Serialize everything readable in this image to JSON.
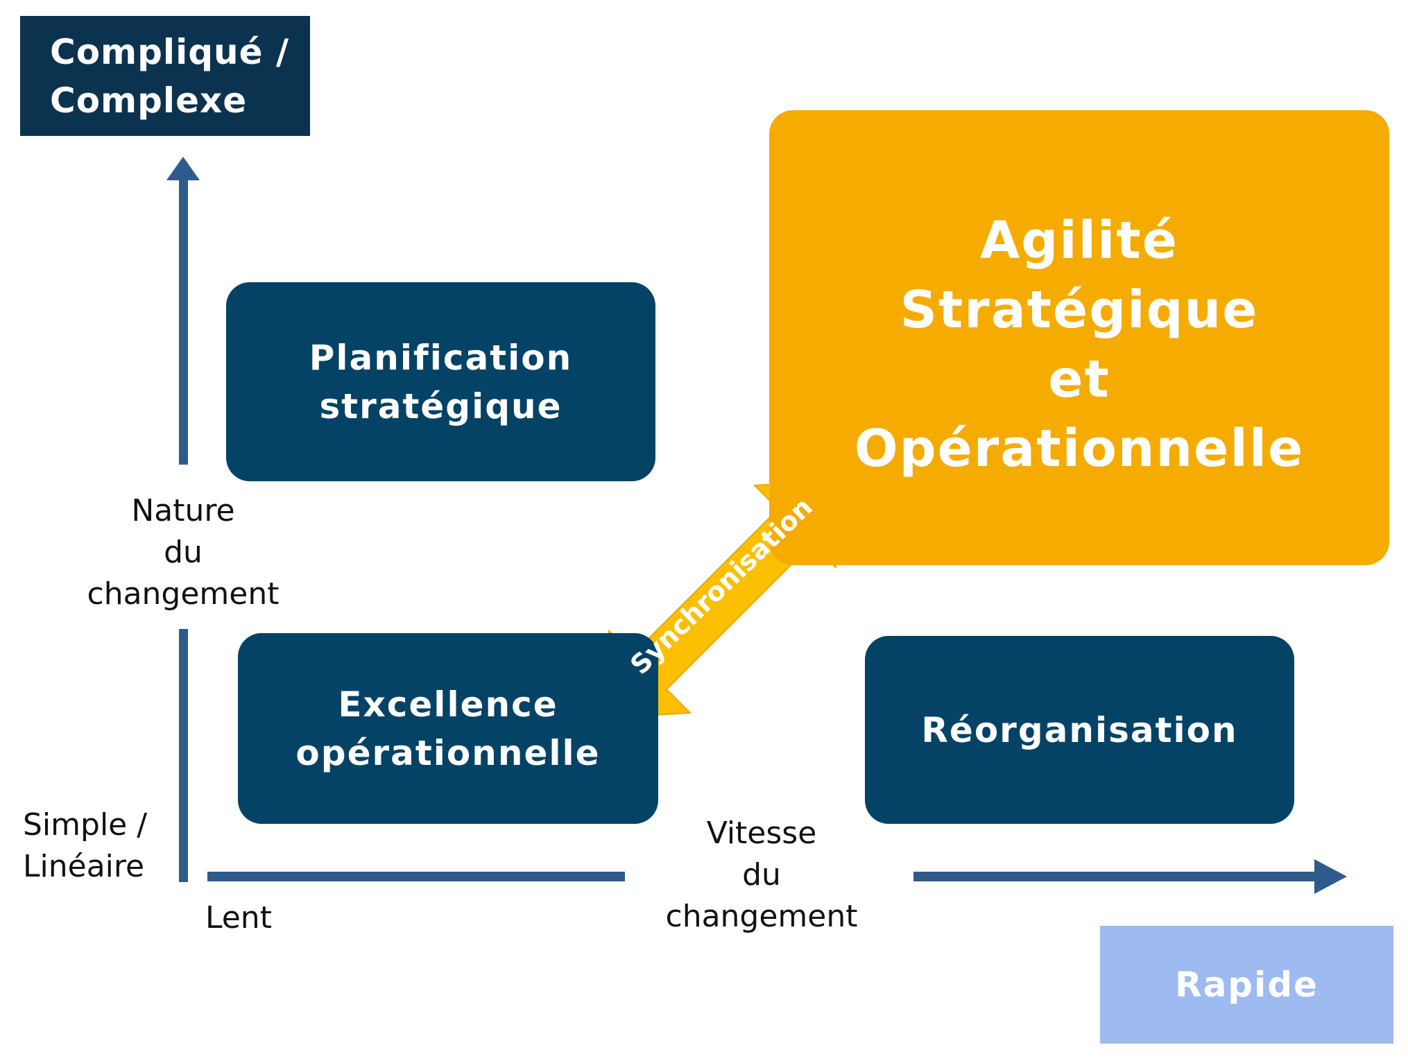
{
  "axes": {
    "y_top_label": [
      "Compliqué /",
      "Complexe"
    ],
    "y_title": [
      "Nature",
      "du",
      "changement"
    ],
    "y_bottom_label": [
      "Simple /",
      "Linéaire"
    ],
    "x_left_label": "Lent",
    "x_title": [
      "Vitesse",
      "du",
      "changement"
    ],
    "x_right_label": "Rapide"
  },
  "quadrants": {
    "top_left": [
      "Planification",
      "stratégique"
    ],
    "top_right": [
      "Agilité",
      "Stratégique",
      "et",
      "Opérationnelle"
    ],
    "bottom_left": [
      "Excellence",
      "opérationnelle"
    ],
    "bottom_right": "Réorganisation"
  },
  "connector": "Synchronisation",
  "colors": {
    "navy": "#044366",
    "dark_navy": "#0b3350",
    "orange": "#f5ab00",
    "yellow": "#fbbf00",
    "axis": "#2f5b8c",
    "light_blue": "#9dbaf1"
  }
}
